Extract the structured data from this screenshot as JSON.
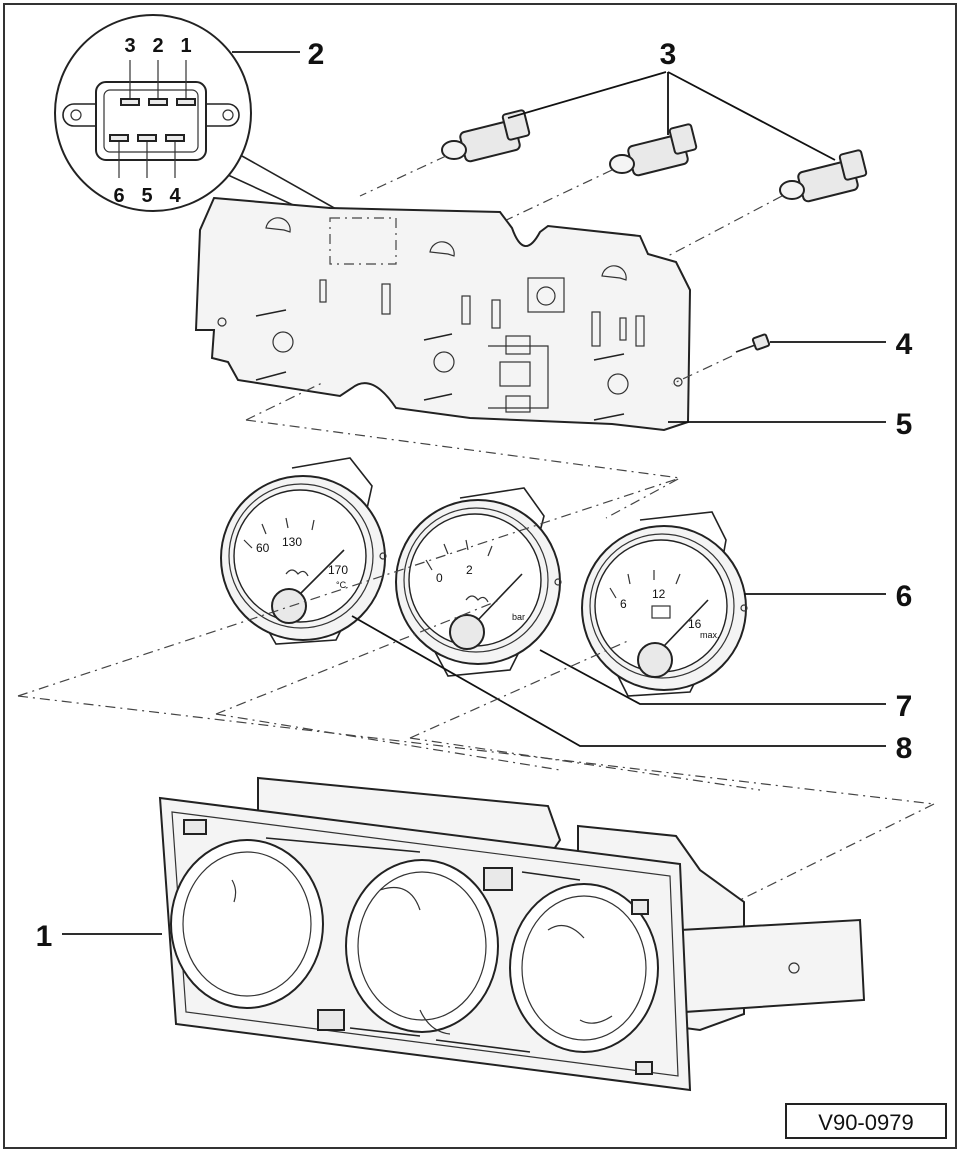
{
  "figure_ref": "V90-0979",
  "callouts": [
    "1",
    "2",
    "3",
    "4",
    "5",
    "6",
    "7",
    "8"
  ],
  "connector_pins": {
    "top_row": [
      "3",
      "2",
      "1"
    ],
    "bottom_row": [
      "6",
      "5",
      "4"
    ]
  },
  "gauges": {
    "temperature": {
      "scale": [
        "60",
        "130",
        "170"
      ],
      "unit": "°C"
    },
    "oil_pressure": {
      "scale": [
        "0",
        "2"
      ],
      "unit": "bar"
    },
    "voltmeter": {
      "scale": [
        "6",
        "12",
        "16"
      ],
      "unit": "max."
    }
  }
}
